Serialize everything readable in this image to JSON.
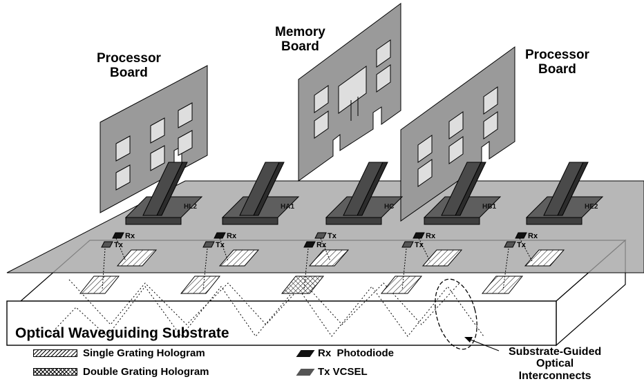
{
  "labels": {
    "processor_left": [
      "Processor",
      "Board"
    ],
    "memory": [
      "Memory",
      "Board"
    ],
    "processor_right": [
      "Processor",
      "Board"
    ],
    "substrate": "Optical Waveguiding Substrate",
    "callout": [
      "Substrate-Guided",
      "Optical",
      "Interconnects"
    ]
  },
  "legend": {
    "single_grating": "Single Grating Hologram",
    "double_grating": "Double Grating Hologram",
    "rx": "Rx  Photodiode",
    "tx": "Tx  VCSEL"
  },
  "connectors": [
    "HL2",
    "HA1",
    "HC",
    "HB1",
    "HE2"
  ],
  "nodes": [
    {
      "top": "Rx",
      "bottom": "Tx"
    },
    {
      "top": "Rx",
      "bottom": "Tx"
    },
    {
      "top": "Tx",
      "bottom": "Rx"
    },
    {
      "top": "Rx",
      "bottom": "Tx"
    },
    {
      "top": "Rx",
      "bottom": "Tx"
    }
  ],
  "colors": {
    "board": "#9a9a9a",
    "connector": "#5e5e5e",
    "backplane": "#a3a3a3",
    "substrate": "#ffffff"
  }
}
